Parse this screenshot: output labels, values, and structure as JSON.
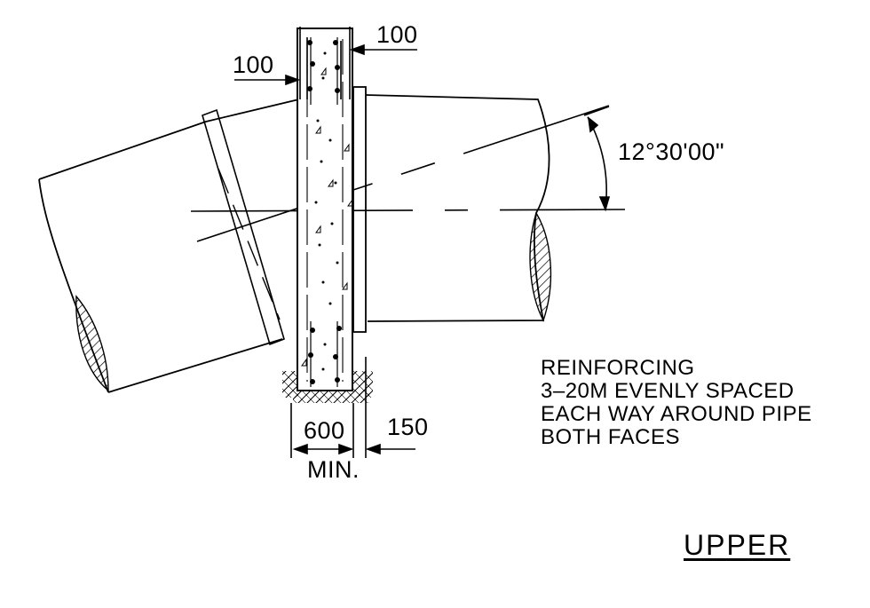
{
  "dimensions": {
    "top_right": "100",
    "top_left": "100",
    "angle": "12°30'00\"",
    "bottom_width": "600",
    "bottom_min": "MIN.",
    "bottom_right": "150"
  },
  "notes": {
    "line1": "REINFORCING",
    "line2": "3–20M EVENLY SPACED",
    "line3": "EACH WAY AROUND PIPE",
    "line4": "BOTH FACES"
  },
  "title": "UPPER"
}
